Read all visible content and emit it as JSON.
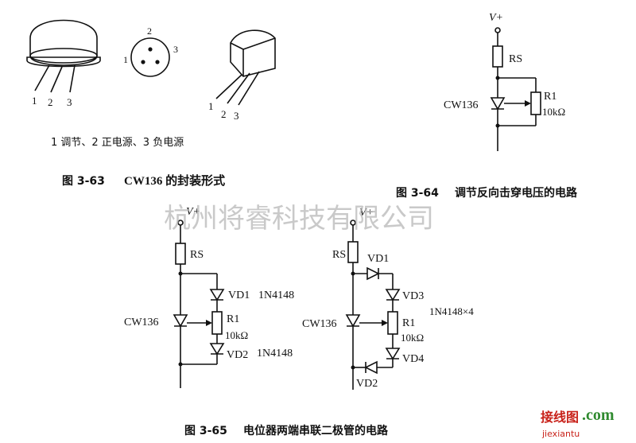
{
  "package_figure": {
    "pin_labels": [
      "1",
      "2",
      "3"
    ],
    "legend": "1 调节、2 正电源、3 负电源",
    "caption_num": "图 3-63",
    "caption_text": "CW136 的封装形式"
  },
  "fig64": {
    "supply": "V+",
    "rs": "RS",
    "ic": "CW136",
    "r1": "R1",
    "r1_value": "10kΩ",
    "caption_num": "图 3-64",
    "caption_text": "调节反向击穿电压的电路"
  },
  "fig65": {
    "caption_num": "图 3-65",
    "caption_text": "电位器两端串联二极管的电路",
    "left": {
      "supply": "V+",
      "rs": "RS",
      "ic": "CW136",
      "vd1": "VD1",
      "vd1_part": "1N4148",
      "r1": "R1",
      "r1_value": "10kΩ",
      "vd2": "VD2",
      "vd2_part": "1N4148"
    },
    "right": {
      "supply": "V+",
      "rs": "RS",
      "ic": "CW136",
      "vd1": "VD1",
      "vd2": "VD2",
      "vd3": "VD3",
      "vd4": "VD4",
      "r1": "R1",
      "r1_value": "10kΩ",
      "part_note": "1N4148×4"
    }
  },
  "watermark": {
    "company": "杭州将睿科技有限公司",
    "logo_text": "接线图",
    "logo_domain": ".com",
    "logo_sub": "jiexiantu"
  },
  "colors": {
    "ink": "#111111",
    "watermark": "#b8b8b8",
    "logo_red": "#c8221a",
    "logo_green": "#2f8a2f"
  }
}
